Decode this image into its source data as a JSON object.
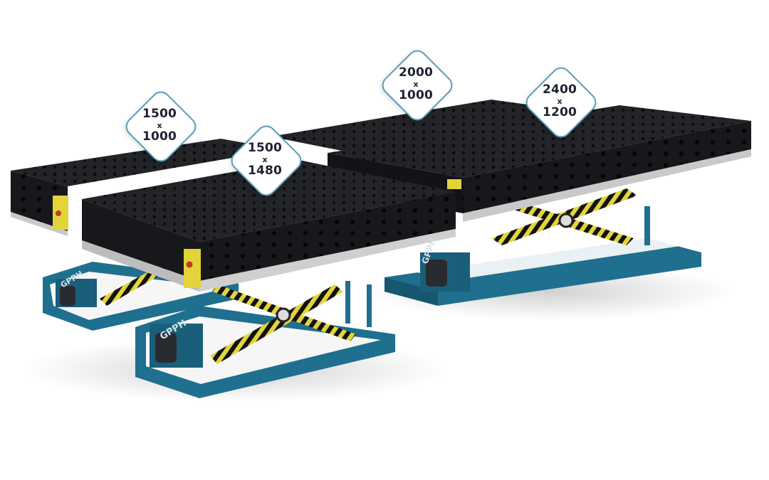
{
  "brand": "GPPH",
  "colors": {
    "table_top": "#1c1d21",
    "table_side": "#141518",
    "base_frame": "#1f6f8f",
    "accent_yellow": "#e3d43a",
    "badge_border": "#5b9bb8"
  },
  "badges": [
    {
      "w": "1500",
      "x": "x",
      "h": "1000"
    },
    {
      "w": "1500",
      "x": "x",
      "h": "1480"
    },
    {
      "w": "2000",
      "x": "x",
      "h": "1000"
    },
    {
      "w": "2400",
      "x": "x",
      "h": "1200"
    }
  ]
}
